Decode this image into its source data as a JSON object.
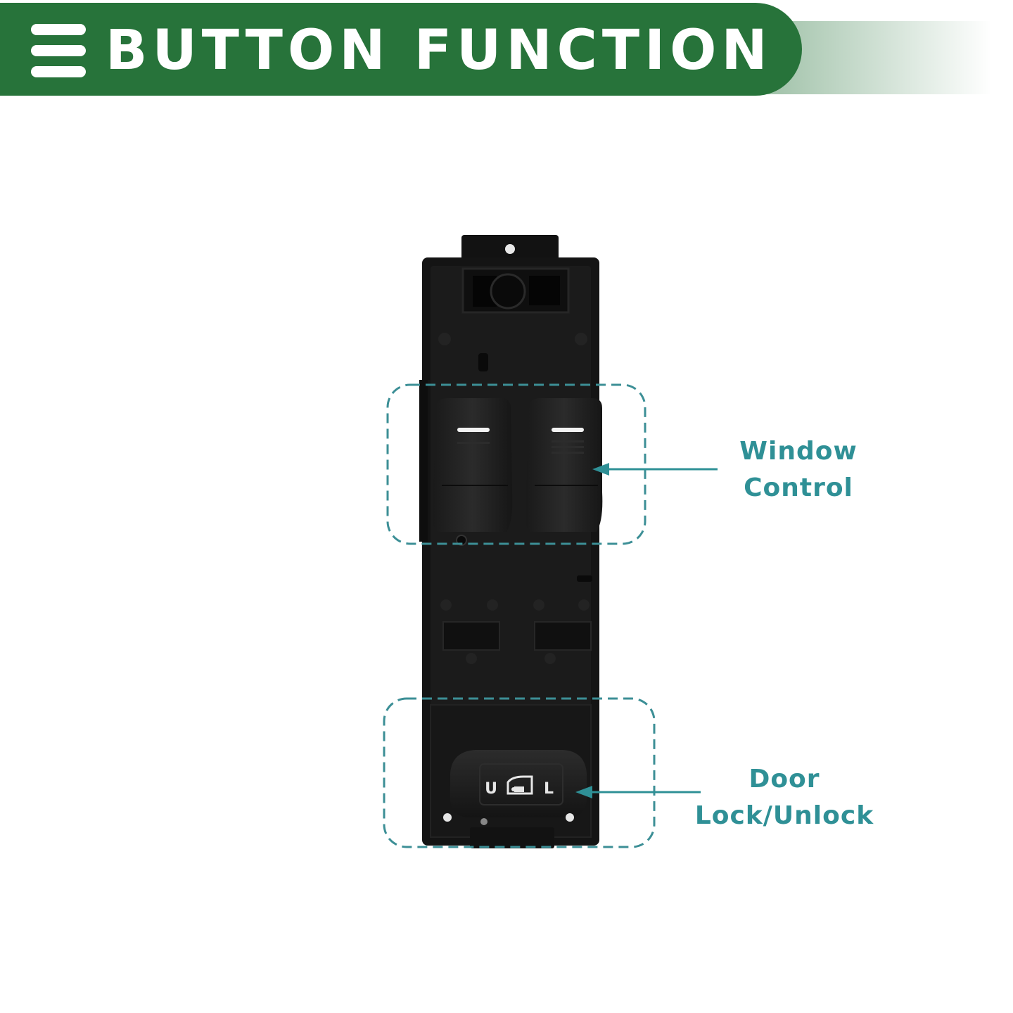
{
  "header": {
    "title": "BUTTON FUNCTION",
    "menu_icon": "hamburger-menu-icon",
    "background_color": "#27733a",
    "text_color": "#ffffff"
  },
  "product": {
    "switch_labels": {
      "unlock": "U",
      "lock": "L",
      "door_icon": "door-lock-icon"
    }
  },
  "callouts": {
    "accent_color": "#2f9096",
    "window_control": {
      "line1": "Window",
      "line2": "Control"
    },
    "door_lock": {
      "line1": "Door",
      "line2": "Lock/Unlock"
    }
  }
}
